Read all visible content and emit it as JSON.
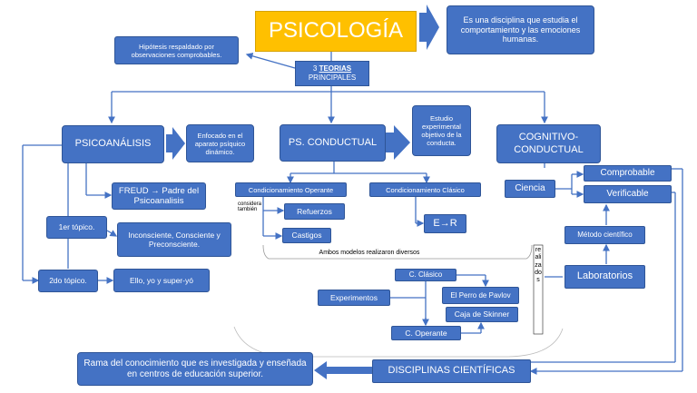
{
  "title": "PSICOLOGÍA",
  "definition": "Es una disciplina que estudia el comportamiento y las emociones humanas.",
  "hypothesis": "Hipótesis respaldado por observaciones comprobables.",
  "theories_prefix": "3",
  "theories_word": "TEORIAS",
  "theories_suffix": "PRINCIPALES",
  "psicoanalisis": {
    "title": "PSICOANÁLISIS",
    "focus": "Enfocado en el aparato psíquico dinámico.",
    "freud": "FREUD → Padre del Psicoanalisis",
    "topic1": "1er tópico.",
    "topic1_desc": "Inconsciente, Consciente y Preconsciente.",
    "topic2": "2do tópico.",
    "topic2_desc": "Ello, yo y super-yó"
  },
  "conductual": {
    "title": "PS. CONDUCTUAL",
    "study": "Estudio experimental objetivo de la conducta.",
    "operant": "Condicionamiento Operante",
    "classic": "Condicionamiento Clásico",
    "considers": "considera también",
    "reinforcements": "Refuerzos",
    "punishments": "Castigos",
    "er": "E→R",
    "models_note": "Ambos modelos realizaron diversos",
    "experiments": "Experimentos",
    "c_classic": "C. Clásico",
    "pavlov": "El Perro de Pavlov",
    "skinner": "Caja de Skinner",
    "c_operant": "C. Operante",
    "realizados": "realizados"
  },
  "cognitivo": {
    "title": "COGNITIVO-CONDUCTUAL",
    "science": "Ciencia",
    "provable": "Comprobable",
    "verifiable": "Verificable",
    "method": "Método científico",
    "labs": "Laboratorios"
  },
  "disciplines": "DISCIPLINAS CIENTÍFICAS",
  "branch": "Rama del conocimiento que es investigada y enseñada en centros de educación superior.",
  "colors": {
    "box": "#4472c4",
    "title_bg": "#ffc000",
    "line": "#4472c4"
  }
}
